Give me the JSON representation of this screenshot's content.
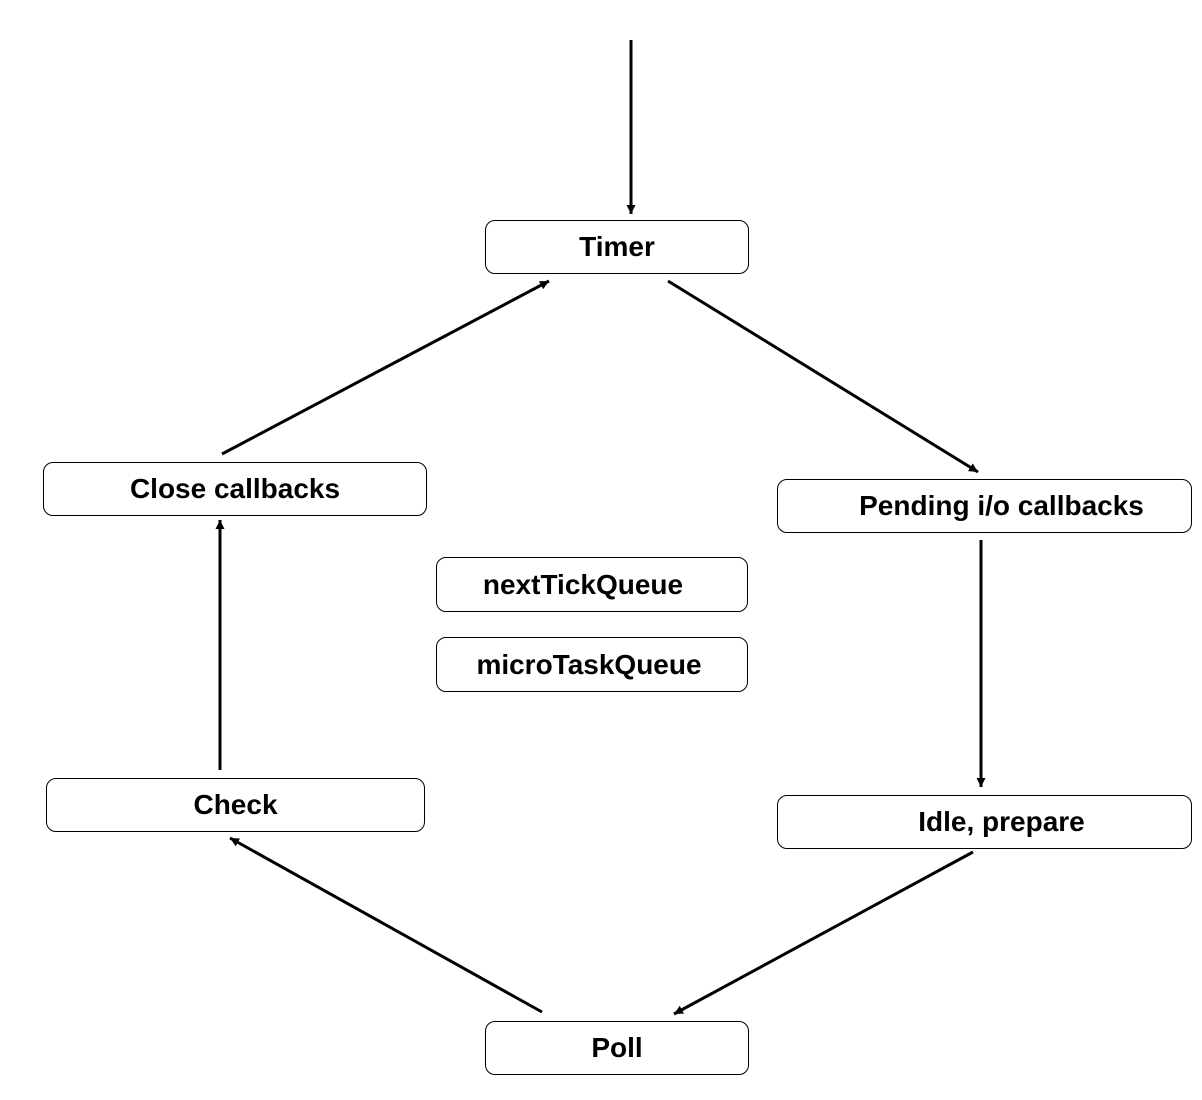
{
  "diagram": {
    "type": "cycle-flowchart",
    "stroke_color": "#000000",
    "background_color": "#ffffff",
    "nodes": {
      "timer": "Timer",
      "pending": "Pending i/o callbacks",
      "idle": "Idle, prepare",
      "poll": "Poll",
      "check": "Check",
      "close": "Close callbacks",
      "next_tick_queue": "nextTickQueue",
      "micro_task_queue": "microTaskQueue"
    },
    "edges": [
      {
        "from": "entry",
        "to": "timer"
      },
      {
        "from": "timer",
        "to": "pending"
      },
      {
        "from": "pending",
        "to": "idle"
      },
      {
        "from": "idle",
        "to": "poll"
      },
      {
        "from": "poll",
        "to": "check"
      },
      {
        "from": "check",
        "to": "close"
      },
      {
        "from": "close",
        "to": "timer"
      }
    ]
  }
}
